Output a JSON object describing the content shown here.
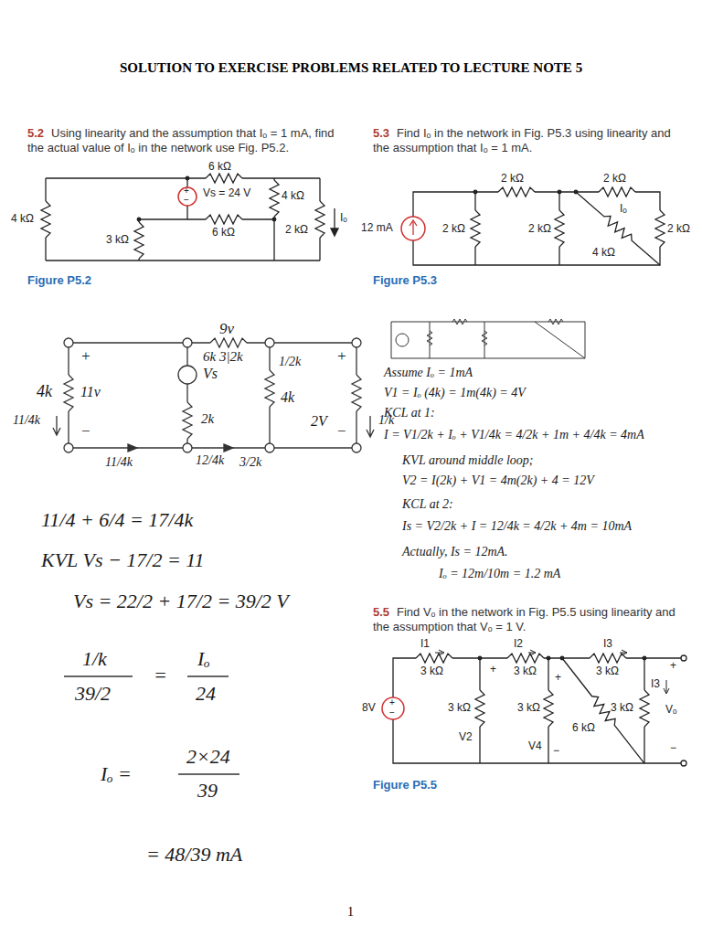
{
  "diagram": {
    "title": "SOLUTION TO EXERCISE PROBLEMS RELATED TO LECTURE NOTE 5",
    "labels": [
      "5.2",
      "Using linearity and the assumption that Iₒ = 1 mA, find the actual value of Iₒ in the network use Fig. P5.2.",
      "6 kΩ",
      "4 kΩ",
      "Vs = 24 V",
      "6 kΩ",
      "4 kΩ",
      "3 kΩ",
      "2 kΩ",
      "Iₒ",
      "+",
      "−",
      "Figure P5.2",
      "9v",
      "6k 3|2k",
      "+",
      "4k",
      "11v",
      "−",
      "11/4k",
      "Vs",
      "2k",
      "12/4k",
      "1/2k",
      "4k",
      "+",
      "2V",
      "−",
      "1/k",
      "11/4k",
      "3/2k",
      "11/4 + 6/4 = 17/4k",
      "KVL  Vs − 17/2 = 11",
      "Vs = 22/2 + 17/2 = 39/2 V",
      "1/k",
      "39/2",
      "=",
      "Iₒ",
      "24",
      "Iₒ =",
      "2×24",
      "39",
      "= 48/39 mA",
      "5.3",
      "Find Iₒ in the network in Fig. P5.3 using linearity and the assumption that Iₒ = 1 mA.",
      "12 mA",
      "2 kΩ",
      "2 kΩ",
      "2 kΩ",
      "2 kΩ",
      "Iₒ",
      "4 kΩ",
      "2 kΩ",
      "Figure P5.3",
      "Assume Iₒ = 1mA",
      "V1 = Iₒ (4k) = 1m(4k) = 4V",
      "KCL at 1:",
      "I = V1/2k + Iₒ + V1/4k = 4/2k + 1m + 4/4k = 4mA",
      "KVL around middle loop;",
      "V2 = I(2k) + V1 = 4m(2k) + 4 = 12V",
      "KCL at 2:",
      "Is = V2/2k + I = 12/4k = 4/2k + 4m = 10mA",
      "Actually, Is = 12mA.",
      "Iₒ = 12m/10m = 1.2 mA",
      "5.5",
      "Find Vₒ in the network in Fig. P5.5 using linearity and the assumption that Vₒ = 1 V.",
      "I1",
      "I2",
      "I3",
      "3 kΩ",
      "3 kΩ",
      "3 kΩ",
      "+",
      "8V",
      "+",
      "−",
      "3 kΩ",
      "3 kΩ",
      "6 kΩ",
      "3 kΩ",
      "V2",
      "+",
      "V4",
      "−",
      "I3",
      "+",
      "Vₒ",
      "−",
      "Figure P5.5",
      "1"
    ]
  }
}
